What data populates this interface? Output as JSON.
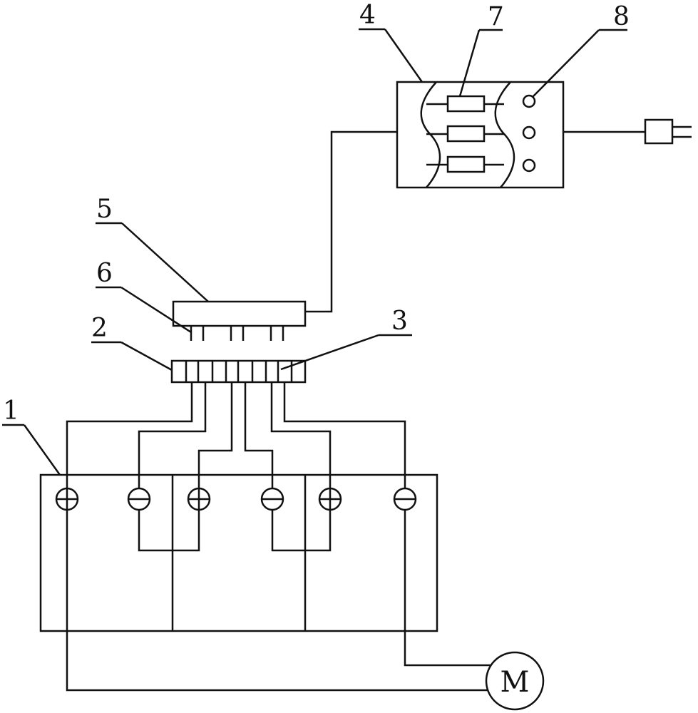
{
  "callouts": {
    "n1": "1",
    "n2": "2",
    "n3": "3",
    "n4": "4",
    "n5": "5",
    "n6": "6",
    "n7": "7",
    "n8": "8"
  },
  "motor": {
    "label": "M"
  },
  "colors": {
    "stroke": "#111111",
    "background": "#ffffff"
  }
}
